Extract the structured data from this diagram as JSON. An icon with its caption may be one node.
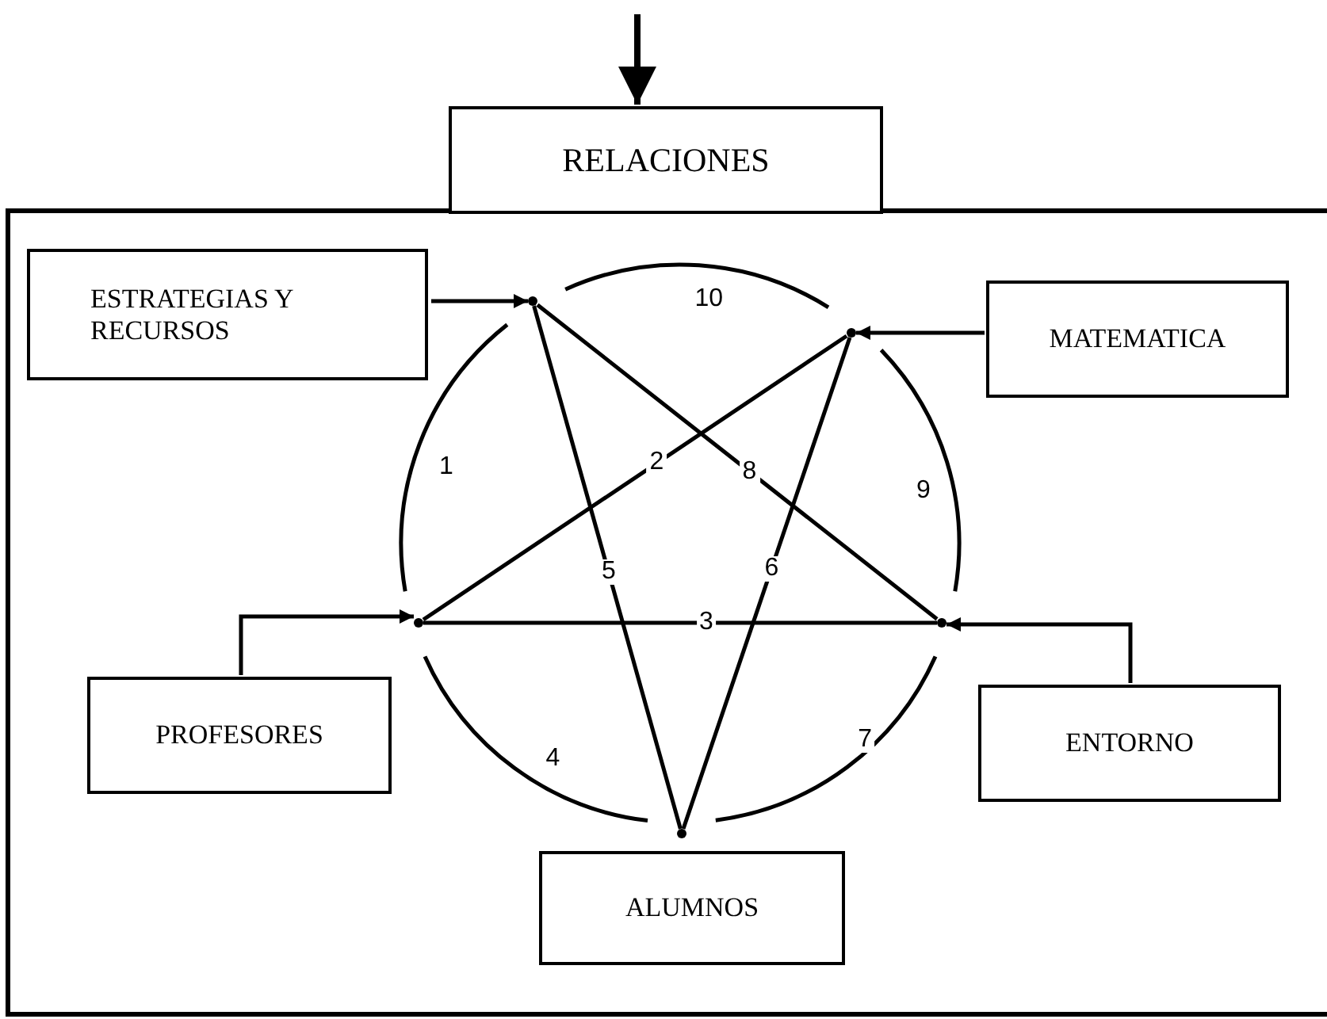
{
  "diagram": {
    "nodes": [
      {
        "text": [
          "RELACIONES"
        ]
      },
      {
        "text": [
          "ESTRATEGIAS Y RECURSOS"
        ]
      },
      {
        "text": [
          "MATEMATICA"
        ]
      },
      {
        "text": [
          "PROFESORES"
        ]
      },
      {
        "text": [
          "ENTORNO"
        ]
      },
      {
        "text": [
          "ALUMNOS"
        ]
      },
      {
        "text": [],
        "shape": "point"
      },
      {
        "text": [],
        "shape": "point"
      },
      {
        "text": [],
        "shape": "point"
      },
      {
        "text": [],
        "shape": "point"
      },
      {
        "text": [],
        "shape": "point"
      }
    ],
    "edges": [
      {
        "from": null,
        "to": 0,
        "arrow": "to"
      },
      {
        "from": 1,
        "to": 6,
        "arrow": "to"
      },
      {
        "from": 2,
        "to": 7,
        "arrow": "to"
      },
      {
        "from": 3,
        "to": 8,
        "arrow": "to"
      },
      {
        "from": 4,
        "to": 9,
        "arrow": "to"
      },
      {
        "from": 6,
        "to": 9,
        "arrow": "none",
        "label": "8"
      },
      {
        "from": 6,
        "to": 10,
        "arrow": "none",
        "label": "5"
      },
      {
        "from": 7,
        "to": 8,
        "arrow": "none",
        "label": "2"
      },
      {
        "from": 7,
        "to": 10,
        "arrow": "none",
        "label": "6"
      },
      {
        "from": 8,
        "to": 9,
        "arrow": "none",
        "label": "3"
      },
      {
        "from": 6,
        "to": 7,
        "arrow": "none",
        "label": "10"
      },
      {
        "from": 7,
        "to": 9,
        "arrow": "none",
        "label": "9"
      },
      {
        "from": 9,
        "to": 10,
        "arrow": "none",
        "label": "7"
      },
      {
        "from": 10,
        "to": 8,
        "arrow": "none",
        "label": "4"
      },
      {
        "from": 8,
        "to": 6,
        "arrow": "none",
        "label": "1"
      }
    ]
  }
}
